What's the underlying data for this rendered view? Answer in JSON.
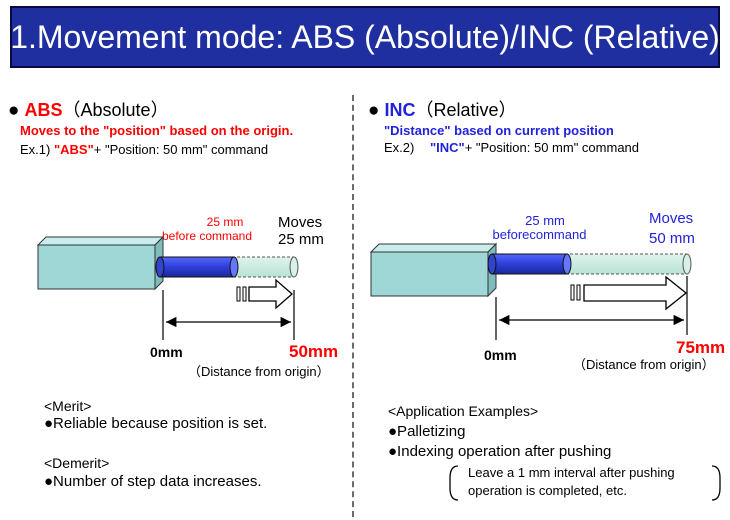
{
  "title": "1.Movement mode: ABS (Absolute)/INC (Relative)",
  "left": {
    "bullet": "●",
    "mode": "ABS",
    "mode_paren": "（Absolute）",
    "subtitle": "Moves to the \"position\" based on the origin.",
    "example_prefix": "Ex.1)",
    "example_key": "\"ABS\"",
    "example_rest": "+ \"Position: 50 mm\" command",
    "pre_move_line1": "25 mm",
    "pre_move_line2": "before command",
    "moves_line1": "Moves",
    "moves_line2": "25 mm",
    "origin_label": "0mm",
    "target_label": "50mm",
    "distance_note": "（Distance from origin）",
    "merit_heading": "<Merit>",
    "merit_item": "●Reliable because position is set.",
    "demerit_heading": "<Demerit>",
    "demerit_item": "●Number of step data increases."
  },
  "right": {
    "bullet": "●",
    "mode": "INC",
    "mode_paren": "（Relative）",
    "subtitle": "\"Distance\" based on current position",
    "example_prefix": "Ex.2)",
    "example_key": "\"INC\"",
    "example_rest": "+ \"Position: 50 mm\" command",
    "pre_move_line1": "25 mm",
    "pre_move_line2": "beforecommand",
    "moves_line1": "Moves",
    "moves_line2": "50 mm",
    "origin_label": "0mm",
    "target_label": "75mm",
    "distance_note": "（Distance from origin）",
    "applications_heading": "<Application Examples>",
    "applications": [
      "●Palletizing",
      "●Indexing operation after pushing"
    ],
    "note_line1": "Leave a 1 mm interval after pushing",
    "note_line2": "operation is completed, etc."
  },
  "colors": {
    "banner": "#1f2fa0",
    "red": "#ff0000",
    "blue": "#2222dd",
    "body_block": "#9fd6d6",
    "rod": "#2e3fd8"
  },
  "icons": [
    "bullet-dot",
    "cylinder-body",
    "rod",
    "extension-ghost",
    "motion-arrow",
    "dimension-arrow"
  ]
}
